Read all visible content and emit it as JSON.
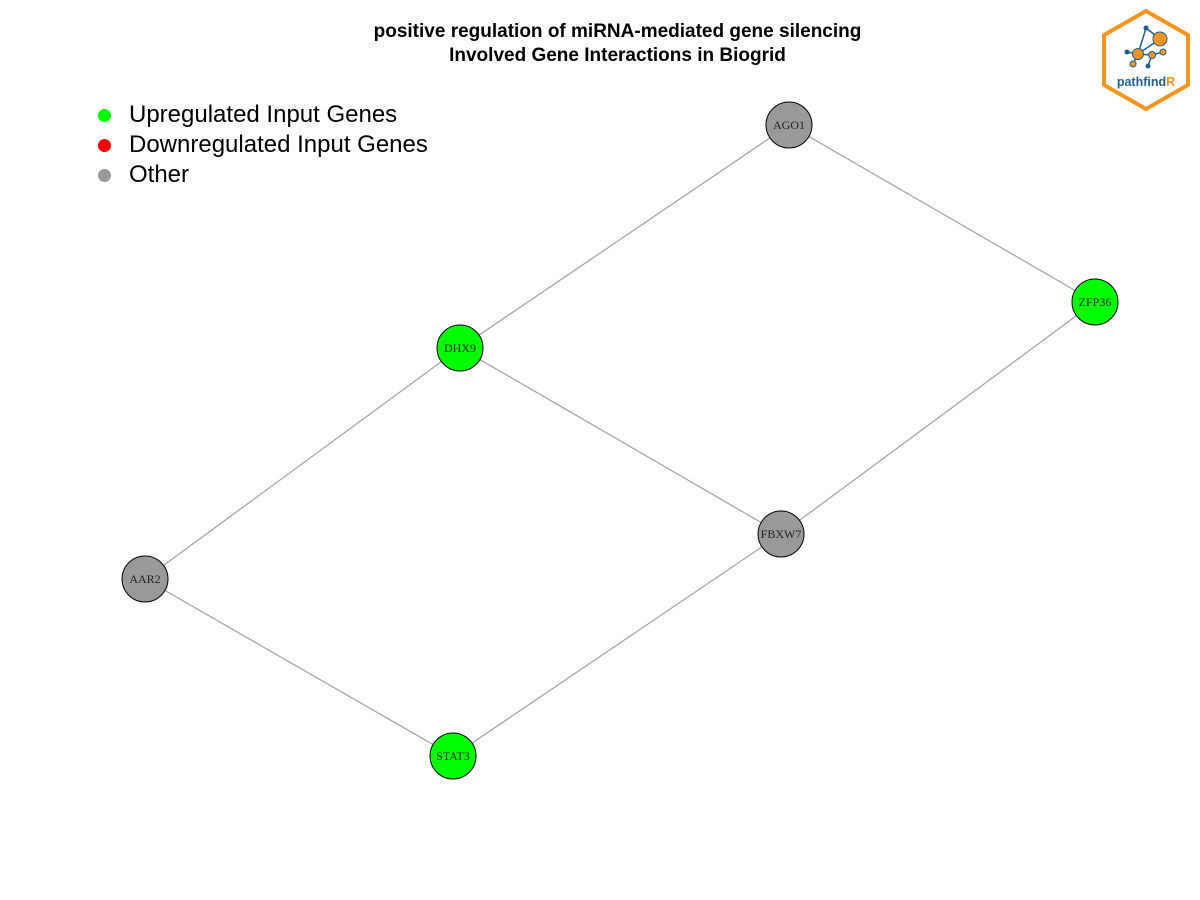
{
  "title": {
    "line1": "positive regulation of miRNA-mediated gene silencing",
    "line2": "Involved Gene Interactions in Biogrid"
  },
  "legend": {
    "items": [
      {
        "label": "Upregulated Input Genes",
        "color": "#00ff00"
      },
      {
        "label": "Downregulated Input Genes",
        "color": "#ff0000"
      },
      {
        "label": "Other",
        "color": "#999999"
      }
    ]
  },
  "colors": {
    "up": "#00ff00",
    "other": "#999999",
    "edge": "#a0a0a0",
    "node_border": "#000000",
    "logo_orange": "#f7941d",
    "logo_blue": "#1f5f8b"
  },
  "network": {
    "nodes": [
      {
        "id": "AGO1",
        "label": "AGO1",
        "category": "other"
      },
      {
        "id": "ZFP36",
        "label": "ZFP36",
        "category": "up"
      },
      {
        "id": "DHX9",
        "label": "DHX9",
        "category": "up"
      },
      {
        "id": "FBXW7",
        "label": "FBXW7",
        "category": "other"
      },
      {
        "id": "AAR2",
        "label": "AAR2",
        "category": "other"
      },
      {
        "id": "STAT3",
        "label": "STAT3",
        "category": "up"
      }
    ],
    "edges": [
      [
        "AGO1",
        "ZFP36"
      ],
      [
        "AGO1",
        "DHX9"
      ],
      [
        "DHX9",
        "FBXW7"
      ],
      [
        "ZFP36",
        "FBXW7"
      ],
      [
        "DHX9",
        "AAR2"
      ],
      [
        "AAR2",
        "STAT3"
      ],
      [
        "STAT3",
        "FBXW7"
      ]
    ]
  },
  "logo": {
    "text_main": "pathfind",
    "text_accent": "R",
    "icon": "network-hexagon-logo"
  }
}
